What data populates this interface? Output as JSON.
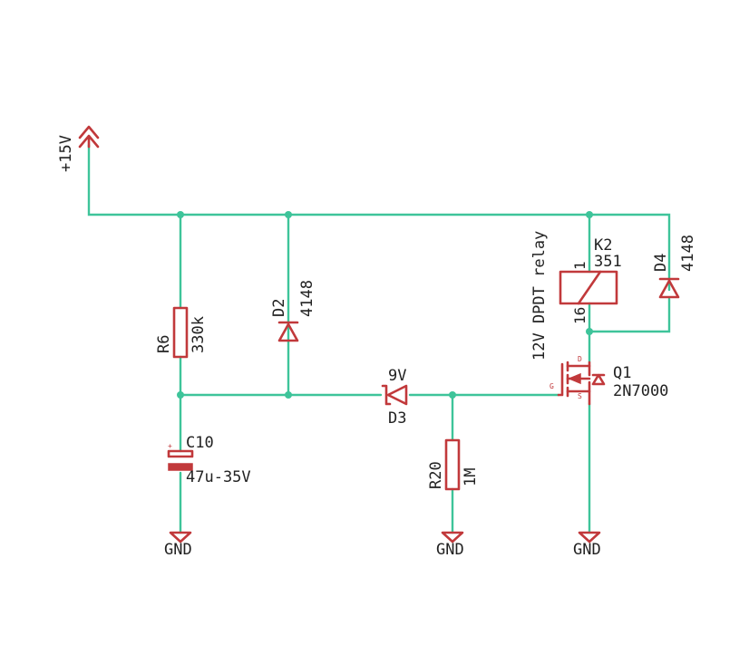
{
  "colors": {
    "wire": "#3ec49a",
    "symbol": "#c1393b",
    "text": "#222222",
    "background": "#ffffff"
  },
  "power": {
    "supply": "+15V",
    "ground": "GND"
  },
  "components": {
    "R6": {
      "ref": "R6",
      "value": "330k"
    },
    "D2": {
      "ref": "D2",
      "value": "4148"
    },
    "C10": {
      "ref": "C10",
      "value": "47u-35V",
      "polarity": "+"
    },
    "D3": {
      "ref": "D3",
      "value": "9V"
    },
    "R20": {
      "ref": "R20",
      "value": "1M"
    },
    "K2": {
      "ref": "K2",
      "value": "351",
      "description": "12V DPDT relay",
      "pin_top": "1",
      "pin_bottom": "16"
    },
    "D4": {
      "ref": "D4",
      "value": "4148"
    },
    "Q1": {
      "ref": "Q1",
      "value": "2N7000",
      "pin_gate": "G",
      "pin_drain": "D",
      "pin_source": "S"
    }
  }
}
